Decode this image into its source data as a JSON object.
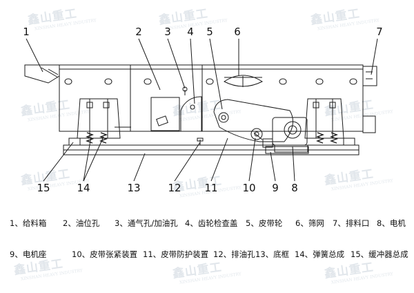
{
  "watermark": {
    "text": "鑫山重工",
    "sub": "XINSHAN HEAVY INDUSTRY"
  },
  "callouts_top": [
    "1",
    "2",
    "3",
    "4",
    "5",
    "6",
    "7"
  ],
  "callouts_bottom": [
    "15",
    "14",
    "13",
    "12",
    "11",
    "10",
    "9",
    "8"
  ],
  "legend_row1": [
    "1、给料箱",
    "2、油位孔",
    "3、通气孔/加油孔",
    "4、齿轮检查盖",
    "5、皮带轮",
    "6、筛网",
    "7、排料口",
    "8、电机"
  ],
  "legend_row2": [
    "9、电机座",
    "10、皮带张紧装置",
    "11、皮带防护装置",
    "12、排油孔",
    "13、底框",
    "14、弹簧总成",
    "15、缓冲器总成"
  ],
  "colors": {
    "line": "#1a1a1a",
    "watermark": "#c9d3dc"
  }
}
